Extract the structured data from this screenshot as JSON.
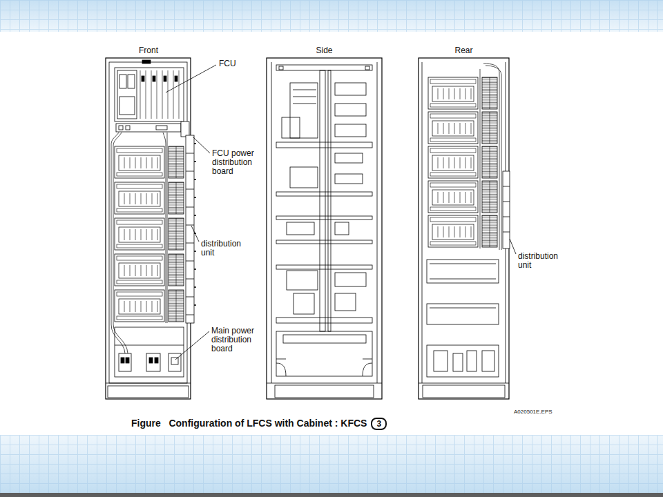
{
  "diagram": {
    "caption": "Figure   Configuration of LFCS with Cabinet : KFCS",
    "nodes": [
      {
        "text": [
          "Front"
        ]
      },
      {
        "text": [
          "Side"
        ]
      },
      {
        "text": [
          "Rear"
        ]
      }
    ],
    "labels": [
      "FCU",
      "FCU power distribution board",
      "distribution unit",
      "Main power distribution board",
      "distribution unit",
      "A020501E.EPS",
      "3"
    ]
  }
}
